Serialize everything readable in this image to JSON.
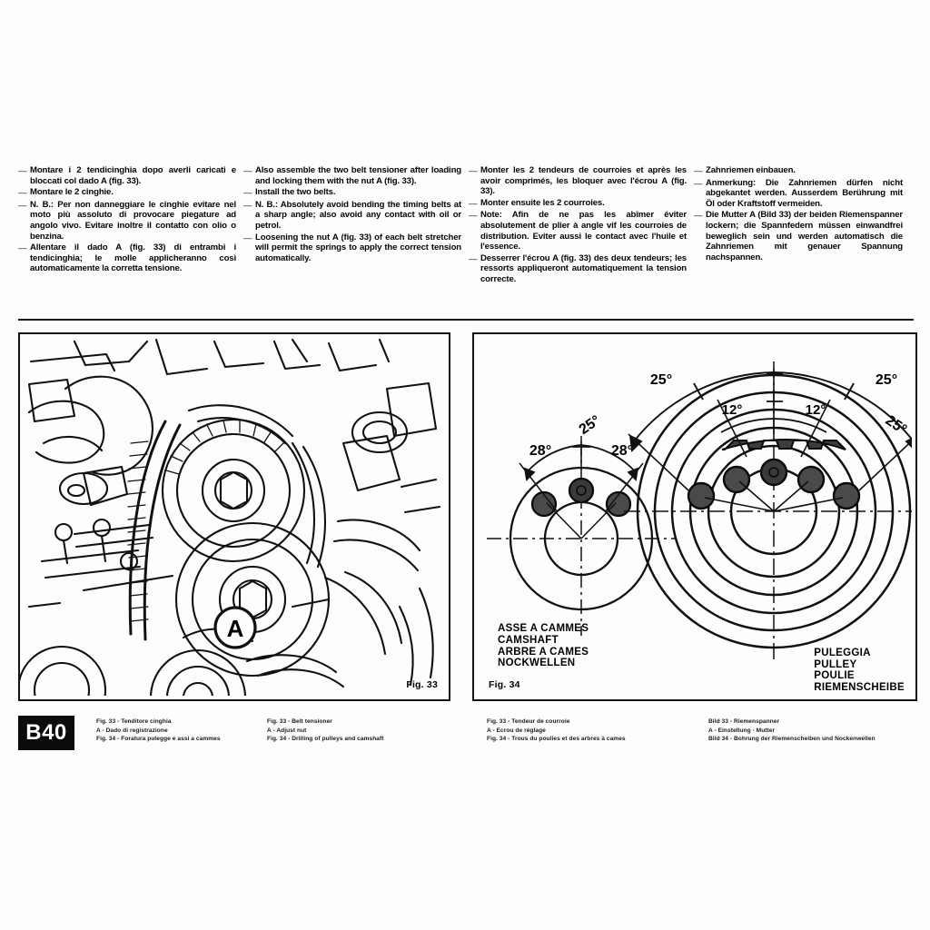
{
  "page": {
    "number": "B40",
    "rule_color": "#1a1a1a"
  },
  "columns": {
    "italian": {
      "language": "Italian",
      "items": [
        {
          "dash": "—",
          "text": "Montare i 2 tendicinghia dopo averli caricati e bloccati col dado A (fig. 33)."
        },
        {
          "dash": "—",
          "text": "Montare le 2 cinghie."
        },
        {
          "dash": "—",
          "bold": "N. B.:",
          "text": " Per non danneggiare le cinghie evitare nel moto più assoluto di provocare piegature ad angolo vivo. Evitare inoltre il contatto con olio o benzina."
        },
        {
          "dash": "—",
          "text": "Allentare il dado A (fig. 33) di entrambi i tendicinghia; le molle applicheranno così automaticamente la corretta tensione."
        }
      ]
    },
    "english": {
      "language": "English",
      "items": [
        {
          "dash": "—",
          "text": "Also assemble the two belt tensioner after loading and locking them with the nut A (fig. 33)."
        },
        {
          "dash": "—",
          "text": "Install the two belts."
        },
        {
          "dash": "—",
          "bold": "N. B.:",
          "text": " Absolutely avoid bending the timing belts at a sharp angle; also avoid any contact with oil or petrol."
        },
        {
          "dash": "—",
          "text": "Loosening the nut A (fig. 33) of each belt stretcher will permit the springs to apply the correct tension automatically."
        }
      ]
    },
    "french": {
      "language": "French",
      "items": [
        {
          "dash": "—",
          "text": "Monter les 2 tendeurs de courroies et après les avoir comprimés, les bloquer avec l'écrou A (fig. 33)."
        },
        {
          "dash": "—",
          "text": "Monter ensuite les 2 courroies."
        },
        {
          "dash": "—",
          "bold": "Note:",
          "text": " Afin de ne pas les abîmer éviter absolutement de plier à angle vif les courroies de distribution. Eviter aussi le contact avec l'huile et l'essence."
        },
        {
          "dash": "—",
          "text": "Desserrer l'écrou A (fig. 33) des deux tendeurs; les ressorts appliqueront automatiquement la tension correcte."
        }
      ]
    },
    "german": {
      "language": "German",
      "items": [
        {
          "dash": "—",
          "text": "Zahnriemen einbauen."
        },
        {
          "dash": "—",
          "bold": "Anmerkung:",
          "text": " Die Zahnriemen dürfen nicht abgekantet werden. Ausserdem Berührung mit Öl oder Kraftstoff vermeiden."
        },
        {
          "dash": "—",
          "text": "Die Mutter A (Bild 33) der beiden Riemenspanner lockern; die Spannfedern müssen einwandfrei beweglich sein und werden automatisch die Zahnriemen mit genauer Spannung nachspannen."
        }
      ]
    }
  },
  "figures": {
    "fig33": {
      "tag": "Fig. 33",
      "callout": "A",
      "description": "Engine timing belt area line-art photo"
    },
    "fig34_camshaft": {
      "tag": "Fig. 34",
      "names": [
        "ASSE A CAMMES",
        "CAMSHAFT",
        "ARBRE A CAMES",
        "NOCKWELLEN"
      ],
      "angles": [
        "28°",
        "28°"
      ]
    },
    "fig34_pulley": {
      "names": [
        "PULEGGIA",
        "PULLEY",
        "POULIE",
        "RIEMENSCHEIBE"
      ],
      "angles": [
        "25°",
        "25°",
        "12°",
        "12°",
        "25°",
        "25°"
      ]
    }
  },
  "captions": {
    "italian": [
      "Fig. 33 - Tenditore cinghia",
      "A - Dado di registrazione",
      "Fig. 34 - Foratura pulegge e assi a cammes"
    ],
    "english": [
      "Fig. 33 - Belt tensioner",
      "A - Adjust nut",
      "Fig. 34 - Drilling of pulleys and camshaft"
    ],
    "french": [
      "Fig. 33 - Tendeur de courroie",
      "A - Ecrou de réglage",
      "Fig. 34 - Trous du poulies et des arbres à cames"
    ],
    "german": [
      "Bild 33 - Riemenspanner",
      "A - Einstellung - Mutter",
      "Bild 34 - Bohrung der Riemenscheiben und Nockenwellen"
    ]
  }
}
